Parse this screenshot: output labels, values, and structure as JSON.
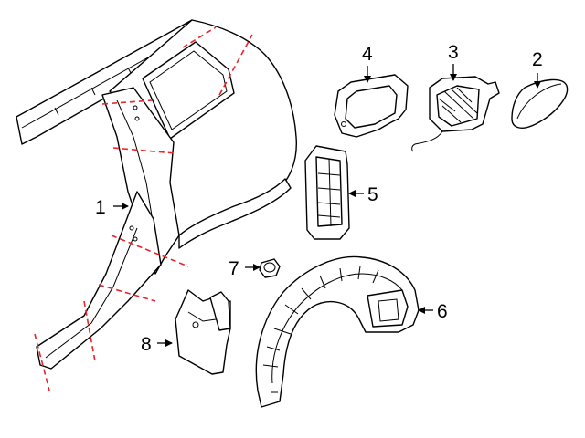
{
  "colors": {
    "cut_line": "#e8252b",
    "line_art": "#000000",
    "background": "#ffffff"
  },
  "callouts": [
    {
      "id": "1",
      "label": "1"
    },
    {
      "id": "2",
      "label": "2"
    },
    {
      "id": "3",
      "label": "3"
    },
    {
      "id": "4",
      "label": "4"
    },
    {
      "id": "5",
      "label": "5"
    },
    {
      "id": "6",
      "label": "6"
    },
    {
      "id": "7",
      "label": "7"
    },
    {
      "id": "8",
      "label": "8"
    }
  ]
}
